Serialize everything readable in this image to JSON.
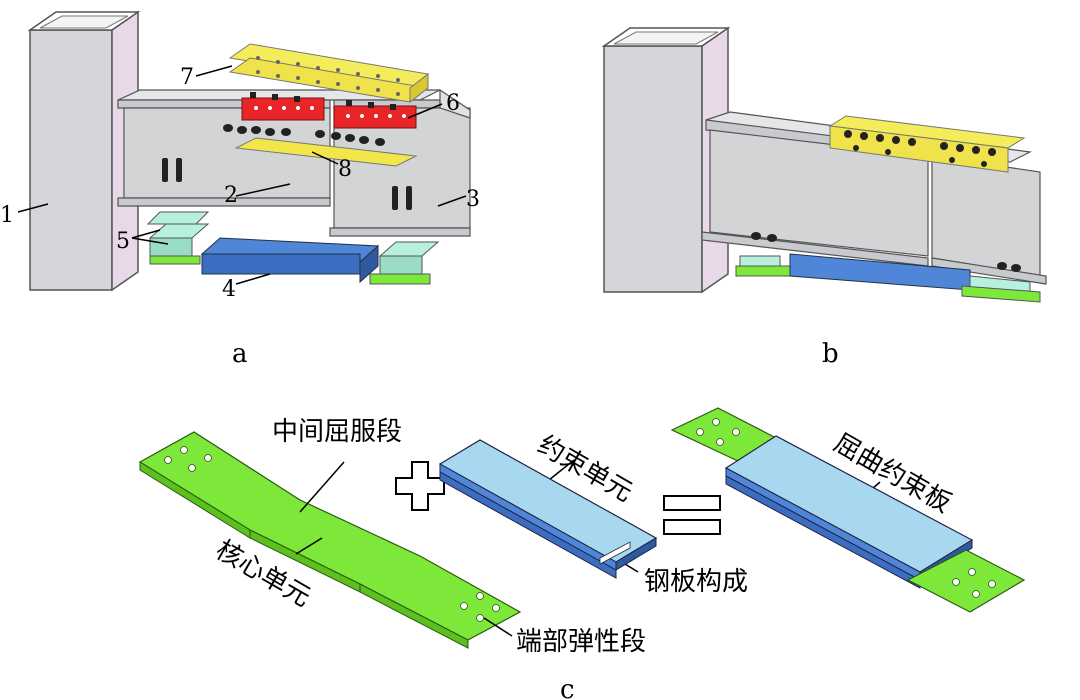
{
  "panels": {
    "a": {
      "label": "a",
      "numbers": [
        "1",
        "2",
        "3",
        "4",
        "5",
        "6",
        "7",
        "8"
      ]
    },
    "b": {
      "label": "b"
    },
    "c": {
      "label": "c",
      "texts": {
        "middle_yield": "中间屈服段",
        "core_unit": "核心单元",
        "end_elastic": "端部弹性段",
        "constraint_unit": "约束单元",
        "steel_plate": "钢板构成",
        "brb": "屈曲约束板"
      }
    }
  },
  "colors": {
    "column": "#d4d4d8",
    "beam": "#cfd2d4",
    "core_green": "#7ee83a",
    "constraint_blue": "#a8d8f0",
    "cover_blue": "#4f86d8",
    "angle_yellow": "#f2e64a",
    "splice_red": "#e8262a",
    "pad_cyan": "#b8f0e0"
  }
}
